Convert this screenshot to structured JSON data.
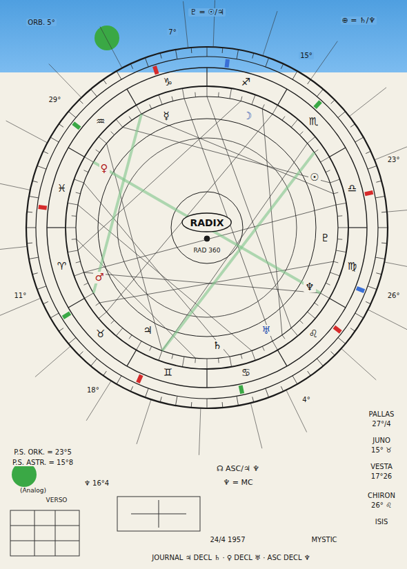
{
  "diagram": {
    "nodes": [
      {
        "text": [
          "RADIX"
        ]
      }
    ],
    "labels": [
      "RAD 360",
      "♈",
      "♉",
      "♊",
      "♋",
      "♌",
      "♍",
      "♎",
      "♏",
      "♐",
      "♑",
      "♒",
      "♓",
      "☉",
      "☽",
      "☿",
      "♀",
      "♂",
      "♃",
      "♄",
      "♅",
      "♆",
      "♇",
      "23°",
      "15°",
      "7°",
      "29°",
      "11°",
      "18°",
      "4°",
      "26°",
      "P.S. ORK. = 23°5",
      "P.S. ASTR. = 15°8",
      "(Analog)",
      "VERSO",
      "♆ 16°4",
      "PALLAS",
      "27°/4",
      "JUNO",
      "15° ♉",
      "VESTA",
      "17°26",
      "CHIRON",
      "26° ♌",
      "ISIS",
      "24/4 1957",
      "MYSTIC",
      "JOURNAL ♃ DECL ♄ · ♀ DECL ♅ · ASC DECL ♆",
      "☊ ASC/♃ ♆",
      "♆ = MC",
      "⊕ = ♄/♆",
      "ORB. 5°",
      "♇ = ☉/♃"
    ]
  }
}
